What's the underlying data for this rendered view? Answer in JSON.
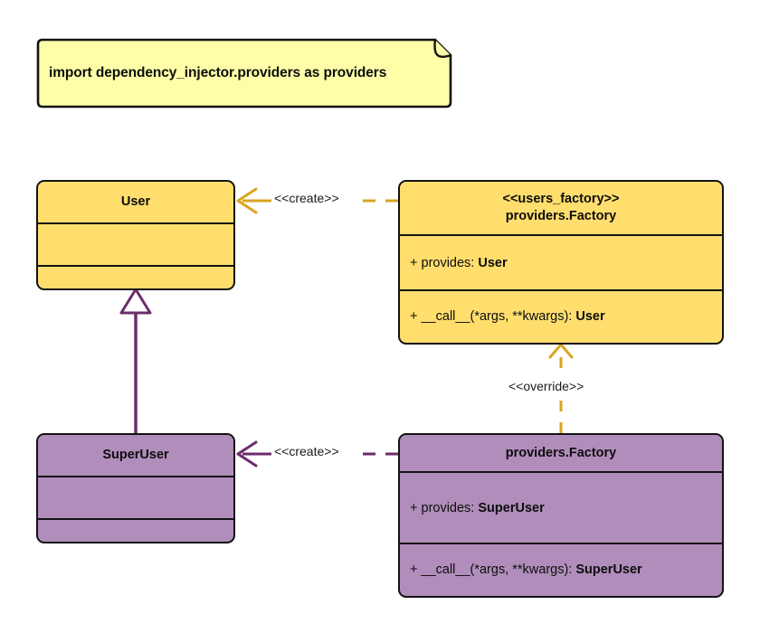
{
  "diagram": {
    "type": "uml-class-diagram",
    "background": "#ffffff"
  },
  "note": {
    "name": "import-note",
    "text": "import dependency_injector.providers as providers",
    "fill": "#FEFEA8",
    "stroke": "#131313"
  },
  "classes": [
    {
      "id": "user",
      "stereotype": "",
      "title": "User",
      "attributes": [],
      "methods": [],
      "fill": "#FFDE6E",
      "stroke": "#131313"
    },
    {
      "id": "users_factory",
      "stereotype": "<<users_factory>>",
      "title": "providers.Factory",
      "attributes": [
        {
          "visibility": "+",
          "name": "provides:",
          "type": "User"
        }
      ],
      "methods": [
        {
          "visibility": "+",
          "name": "__call__(*args, **kwargs):",
          "type": "User"
        }
      ],
      "fill": "#FFDE6E",
      "stroke": "#131313"
    },
    {
      "id": "superuser",
      "stereotype": "",
      "title": "SuperUser",
      "attributes": [],
      "methods": [],
      "fill": "#B08DBB",
      "stroke": "#131313"
    },
    {
      "id": "providers_factory",
      "stereotype": "",
      "title": "providers.Factory",
      "attributes": [
        {
          "visibility": "+",
          "name": "provides:",
          "type": "SuperUser"
        }
      ],
      "methods": [
        {
          "visibility": "+",
          "name": "__call__(*args, **kwargs):",
          "type": "SuperUser"
        }
      ],
      "fill": "#B08DBB",
      "stroke": "#131313"
    }
  ],
  "edges": [
    {
      "id": "create-user",
      "label": "<<create>>",
      "from": "users_factory",
      "to": "user",
      "style": "dashed",
      "arrow": "open",
      "color": "#D9A520"
    },
    {
      "id": "override",
      "label": "<<override>>",
      "from": "providers_factory",
      "to": "users_factory",
      "style": "dashed",
      "arrow": "open",
      "color": "#D9A520"
    },
    {
      "id": "create-superuser",
      "label": "<<create>>",
      "from": "providers_factory",
      "to": "superuser",
      "style": "dashed",
      "arrow": "open",
      "color": "#6B2D6B"
    },
    {
      "id": "generalization",
      "label": "",
      "from": "superuser",
      "to": "user",
      "style": "solid",
      "arrow": "hollow-triangle",
      "color": "#6B2D6B"
    }
  ],
  "colors": {
    "yellow_fill": "#FFDE6E",
    "purple_fill": "#B08DBB",
    "note_fill": "#FEFEA8",
    "orange_edge": "#D9A520",
    "purple_edge": "#6B2D6B",
    "outline": "#131313"
  }
}
